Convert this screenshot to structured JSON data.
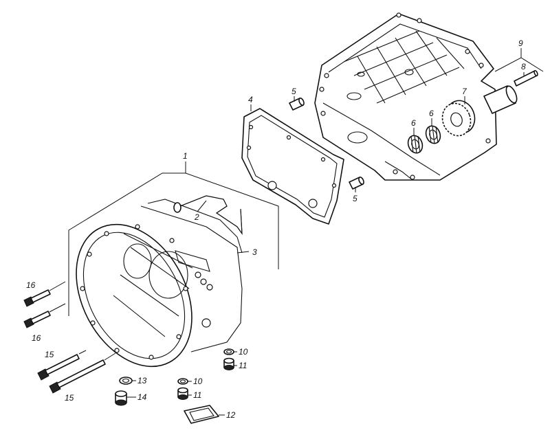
{
  "callouts": {
    "c1": "1",
    "c2": "2",
    "c3": "3",
    "c4": "4",
    "c5a": "5",
    "c5b": "5",
    "c6a": "6",
    "c6b": "6",
    "c7": "7",
    "c8": "8",
    "c9": "9",
    "c10a": "10",
    "c10b": "10",
    "c11a": "11",
    "c11b": "11",
    "c12": "12",
    "c13": "13",
    "c14": "14",
    "c15a": "15",
    "c15b": "15",
    "c16a": "16",
    "c16b": "16"
  }
}
